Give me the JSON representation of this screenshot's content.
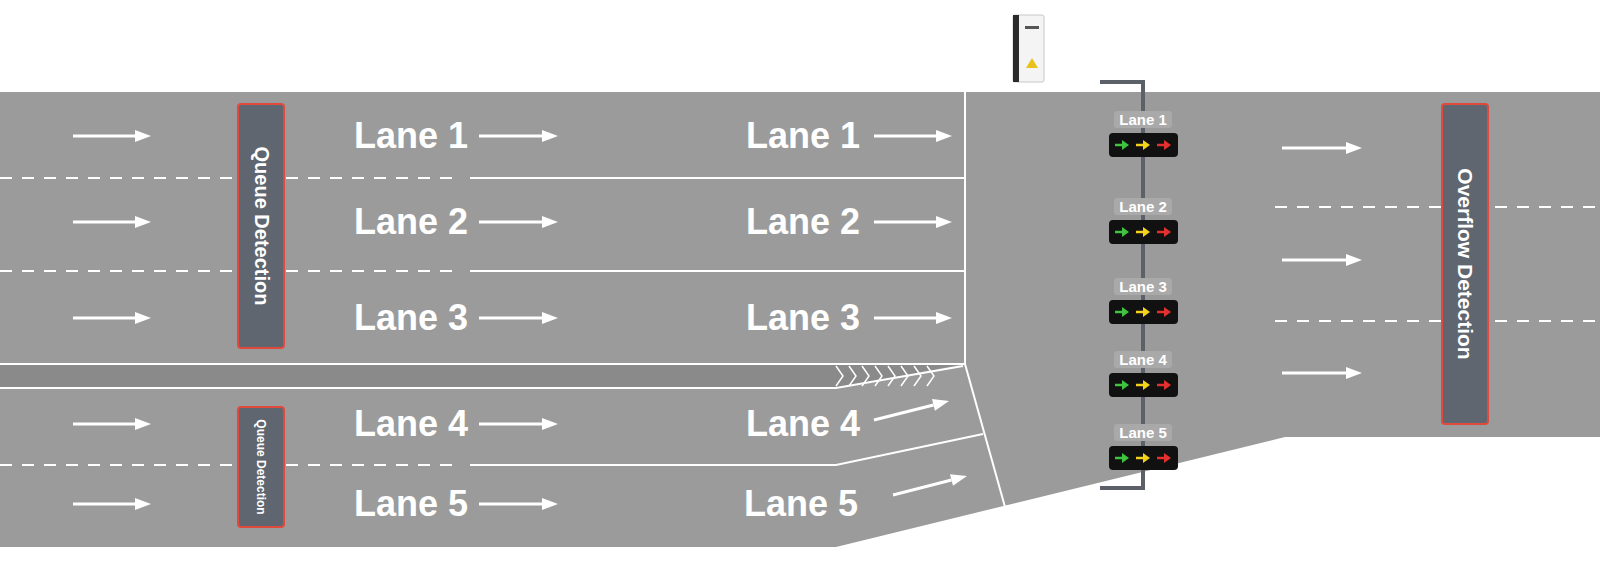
{
  "diagram": {
    "nodes": [
      {
        "text": [
          "Queue Detection"
        ]
      },
      {
        "text": [
          "Queue Detection"
        ]
      },
      {
        "text": [
          "Overflow Detection"
        ]
      }
    ],
    "labels": [
      "Lane 1",
      "Lane 1",
      "Lane 1",
      "Lane 2",
      "Lane 2",
      "Lane 2",
      "Lane 3",
      "Lane 3",
      "Lane 3",
      "Lane 4",
      "Lane 4",
      "Lane 4",
      "Lane 5",
      "Lane 5",
      "Lane 5"
    ]
  }
}
